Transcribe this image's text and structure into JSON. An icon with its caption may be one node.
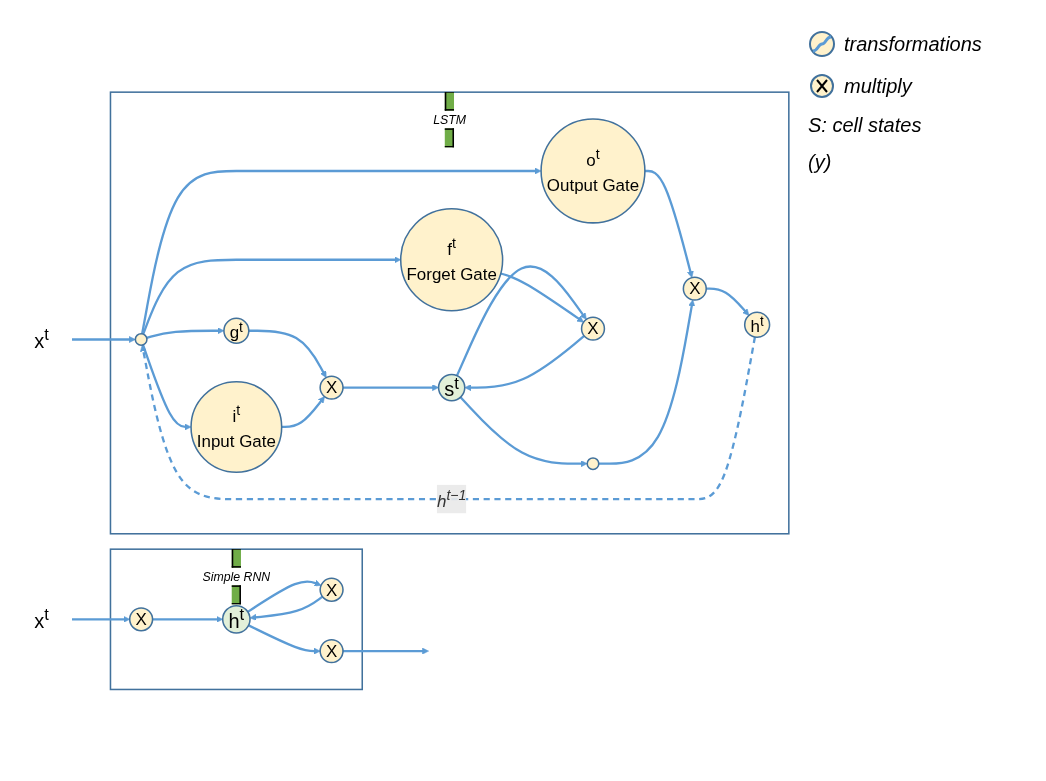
{
  "diagram": {
    "nodes": [
      {
        "text": [
          "LSTM"
        ]
      },
      {
        "text": [],
        "shape": "circle",
        "in": 0
      },
      {
        "text": [
          "g$^{t}$"
        ],
        "in": 0
      },
      {
        "text": [
          "X"
        ],
        "in": 0
      },
      {
        "text": [
          "s$^{t}$"
        ],
        "in": 0
      },
      {
        "text": [
          "i$^{t}$",
          "Input Gate"
        ],
        "in": 0
      },
      {
        "text": [
          "o$^{t}$",
          "Output Gate"
        ],
        "in": 0
      },
      {
        "text": [
          "f$^{t}$",
          "Forget Gate"
        ],
        "in": 0
      },
      {
        "text": [
          "X"
        ],
        "in": 0
      },
      {
        "text": [],
        "shape": "circle",
        "in": 0
      },
      {
        "text": [
          "X"
        ],
        "in": 0
      },
      {
        "text": [
          "h$^{t}$"
        ],
        "in": 0
      },
      {
        "text": [
          "x$^{t}$"
        ]
      },
      {
        "text": [
          "Simple RNN"
        ]
      },
      {
        "text": [
          "x$^{t}$"
        ]
      },
      {
        "text": [
          "X"
        ],
        "in": 13
      },
      {
        "text": [
          "h$^{t}$"
        ],
        "in": 13
      },
      {
        "text": [
          "X"
        ],
        "in": 13
      },
      {
        "text": [
          "X"
        ],
        "in": 13
      }
    ],
    "edges": [
      {
        "from": 12,
        "to": 1,
        "arrow": "to"
      },
      {
        "from": 11,
        "to": 1,
        "arrow": "to",
        "label": "h$^{t−1}$",
        "style": "dashed"
      },
      {
        "from": 1,
        "to": 2,
        "arrow": "to"
      },
      {
        "from": 2,
        "to": 3,
        "arrow": "to"
      },
      {
        "from": 3,
        "to": 4,
        "arrow": "to"
      },
      {
        "from": 1,
        "to": 5,
        "arrow": "to"
      },
      {
        "from": 1,
        "to": 6,
        "arrow": "to"
      },
      {
        "from": 1,
        "to": 7,
        "arrow": "to"
      },
      {
        "from": 5,
        "to": 3,
        "arrow": "to"
      },
      {
        "from": 6,
        "to": 10,
        "arrow": "to"
      },
      {
        "from": 4,
        "to": 9,
        "arrow": "to"
      },
      {
        "from": 9,
        "to": 10,
        "arrow": "to"
      },
      {
        "from": 10,
        "to": 11,
        "arrow": "to"
      },
      {
        "from": 4,
        "to": 8,
        "arrow": "to"
      },
      {
        "from": 8,
        "to": 4,
        "arrow": "to"
      },
      {
        "from": 7,
        "to": 8,
        "arrow": "to"
      },
      {
        "from": 14,
        "to": 15,
        "arrow": "to"
      },
      {
        "from": 15,
        "to": 16,
        "arrow": "to"
      },
      {
        "from": 16,
        "to": 17,
        "arrow": "to"
      },
      {
        "from": 17,
        "to": 16,
        "arrow": "to"
      },
      {
        "from": 16,
        "to": 18,
        "arrow": "to"
      },
      {
        "from": 18,
        "to": null,
        "arrow": "to"
      }
    ],
    "labels": [
      "S: cell states",
      "(y)"
    ],
    "legend": [
      {
        "text": "transformations"
      },
      {
        "text": "multiply"
      }
    ]
  }
}
